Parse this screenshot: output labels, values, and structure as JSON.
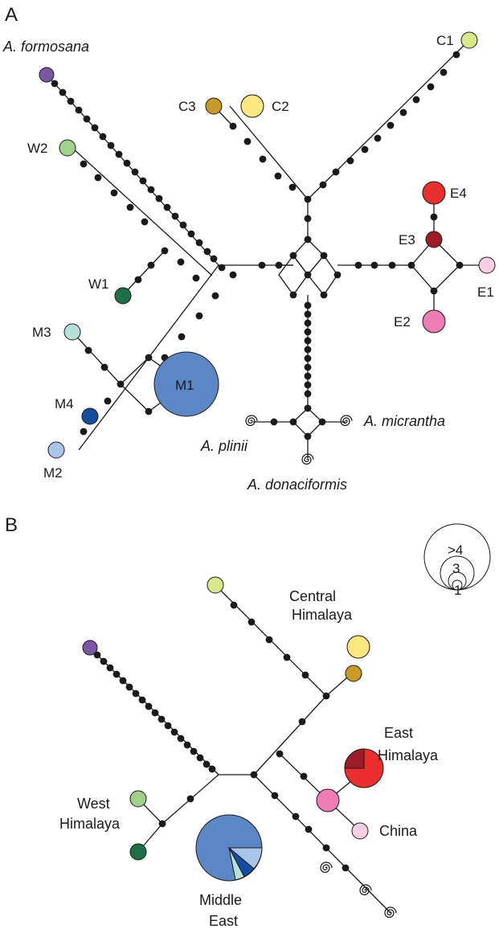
{
  "panels": {
    "a": "A",
    "b": "B"
  },
  "panel_a": {
    "taxa": {
      "formosana": "A. formosana",
      "micrantha": "A. micrantha",
      "plinii": "A. plinii",
      "donaciformis": "A. donaciformis"
    },
    "haplotypes": {
      "C1": "C1",
      "C2": "C2",
      "C3": "C3",
      "W1": "W1",
      "W2": "W2",
      "E1": "E1",
      "E2": "E2",
      "E3": "E3",
      "E4": "E4",
      "M1": "M1",
      "M2": "M2",
      "M3": "M3",
      "M4": "M4"
    }
  },
  "panel_b": {
    "regions": {
      "central_1": "Central",
      "central_2": "Himalaya",
      "east_1": "East",
      "east_2": "Himalaya",
      "west_1": "West",
      "west_2": "Himalaya",
      "china": "China",
      "middle_1": "Middle",
      "middle_2": "East"
    },
    "legend": {
      "large": ">4",
      "mid": "3",
      "small": "1"
    }
  },
  "colors": {
    "C1": "#d8e88a",
    "C2": "#fbe680",
    "C3": "#c79a26",
    "W1": "#1d7045",
    "W2": "#9fd18a",
    "E1": "#f8cfe2",
    "E2": "#f07cb4",
    "E3": "#9d1c28",
    "E4": "#ea2e2e",
    "M1": "#5b87c7",
    "M2": "#a9c5ea",
    "M3": "#b5e1da",
    "M4": "#154ea1",
    "formosana": "#7b57a3"
  }
}
